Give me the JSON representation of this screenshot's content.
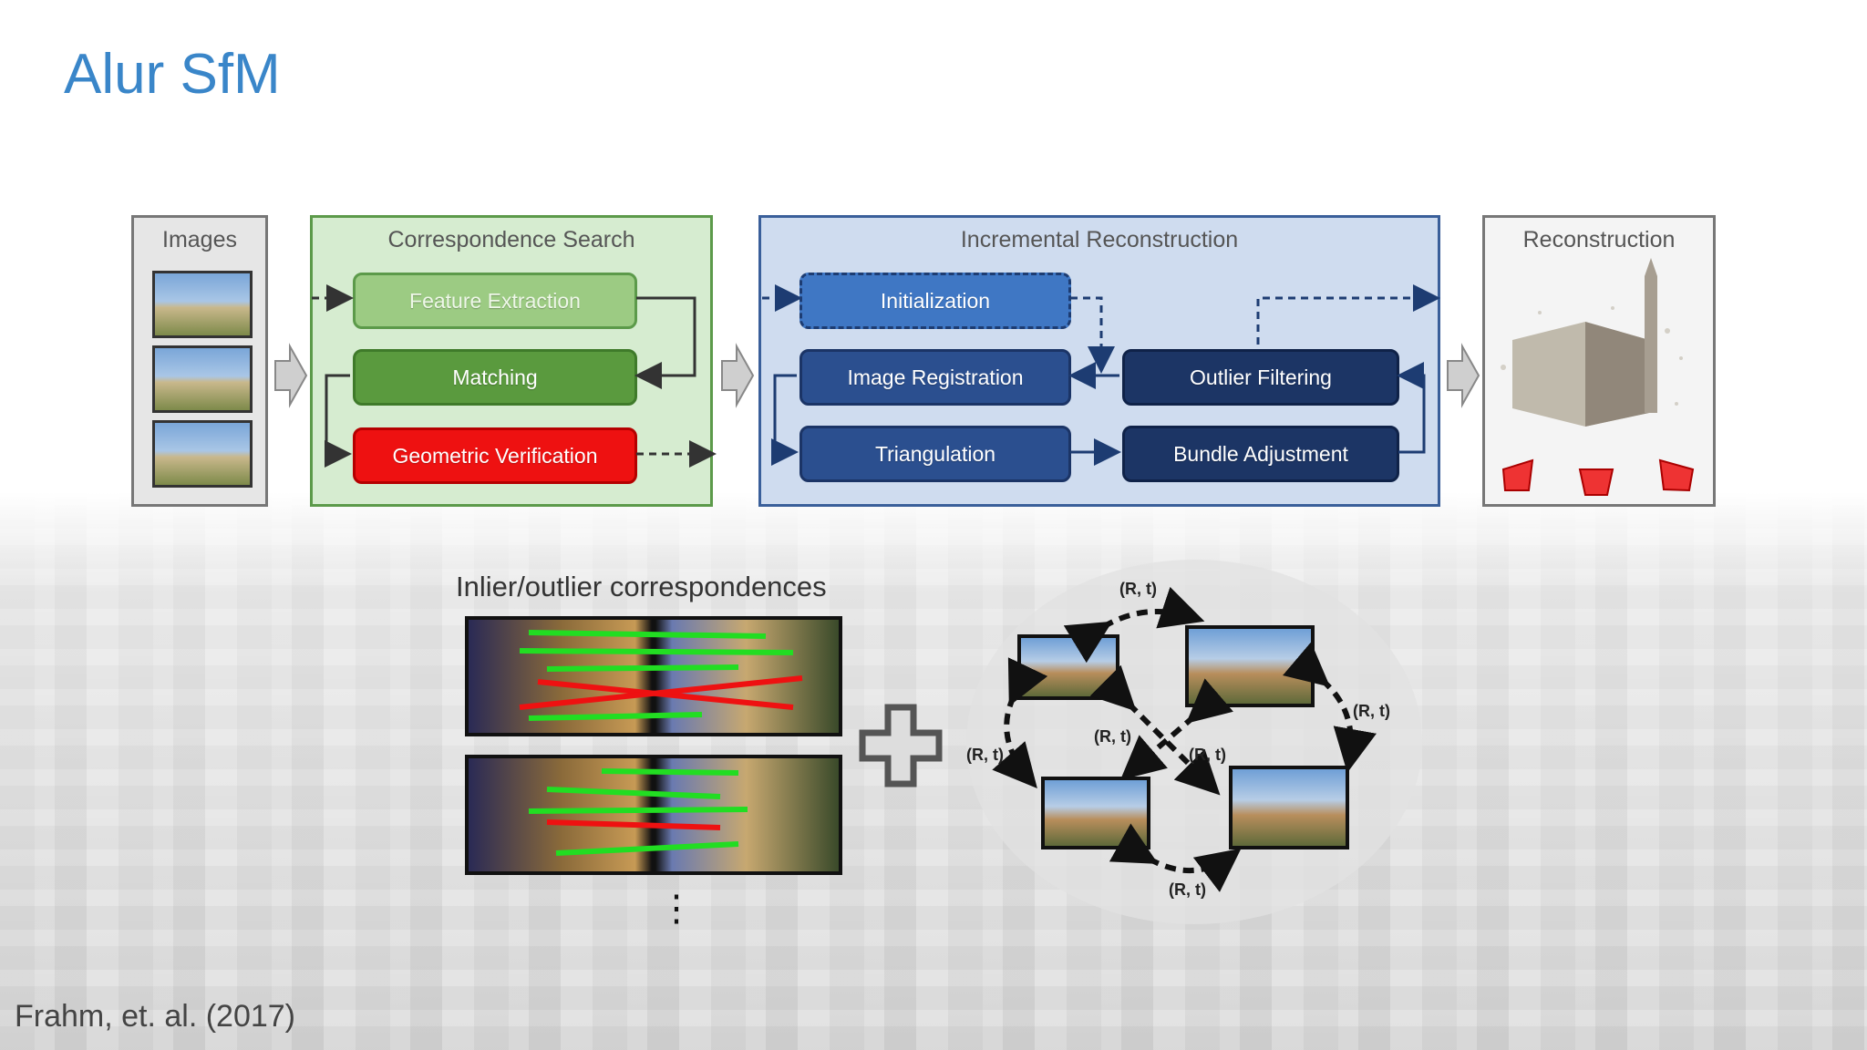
{
  "slide": {
    "title": "Alur SfM",
    "citation": "Frahm, et. al. (2017)"
  },
  "pipeline": {
    "images": {
      "title": "Images"
    },
    "correspondence": {
      "title": "Correspondence Search",
      "steps": [
        "Feature Extraction",
        "Matching",
        "Geometric Verification"
      ]
    },
    "incremental": {
      "title": "Incremental Reconstruction",
      "steps": {
        "initialization": "Initialization",
        "registration": "Image Registration",
        "triangulation": "Triangulation",
        "outlier": "Outlier Filtering",
        "bundle": "Bundle Adjustment"
      }
    },
    "reconstruction": {
      "title": "Reconstruction"
    }
  },
  "correspondences": {
    "label": "Inlier/outlier correspondences",
    "more": "⋮"
  },
  "view_graph": {
    "edge_label": "(R, t)"
  },
  "colors": {
    "title": "#3a86c9",
    "inlier": "#22dd22",
    "outlier": "#ee1111",
    "geom_verification": "#ee1111"
  }
}
